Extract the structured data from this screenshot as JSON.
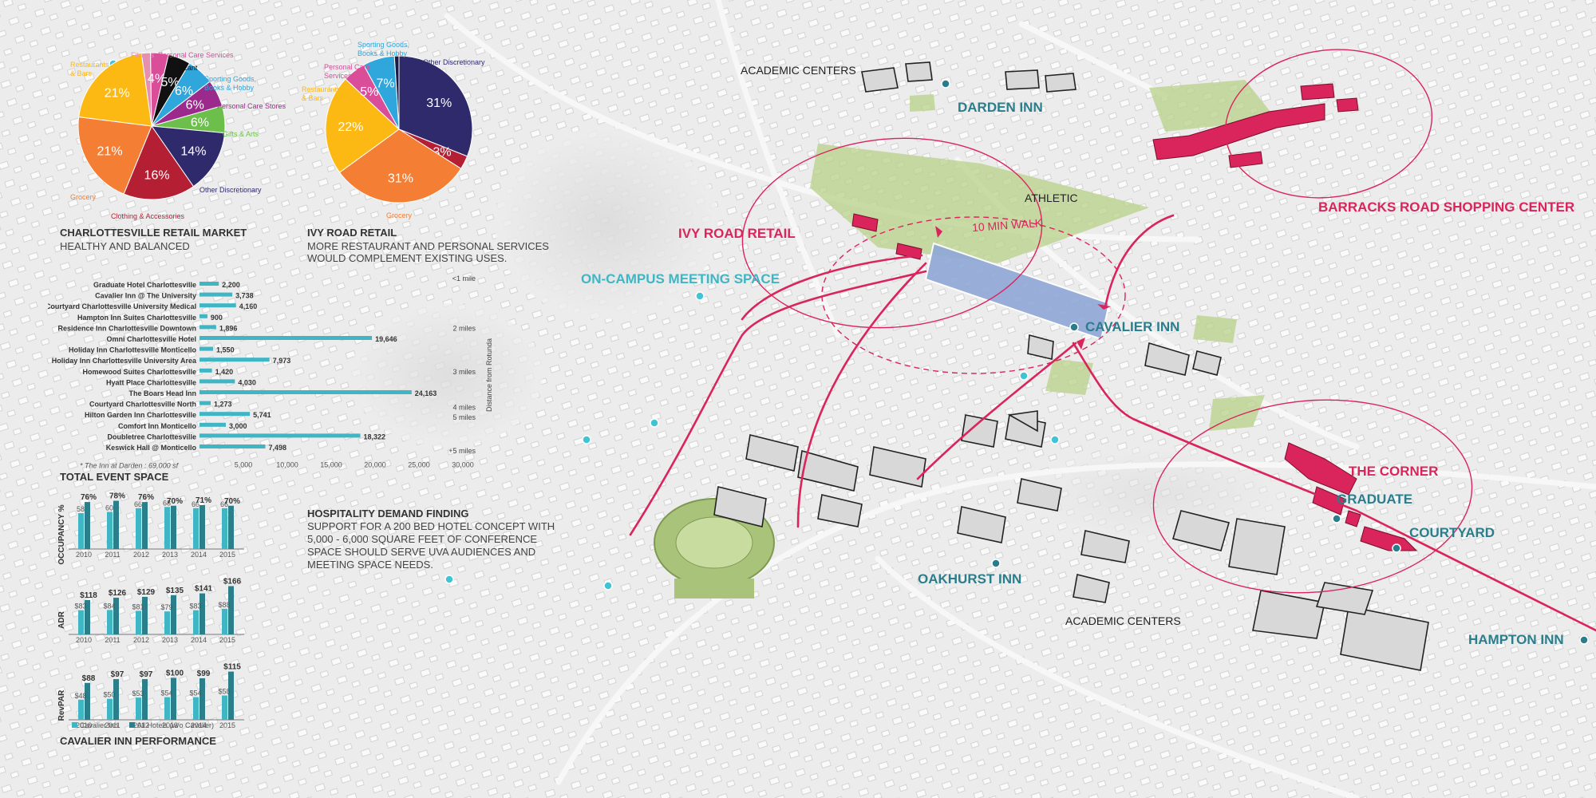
{
  "colors": {
    "accent_pink": "#d9245c",
    "teal": "#2a7e8c",
    "bar_teal": "#40b5c4",
    "bar_dark": "#2b7f8b",
    "site_blue": "#8fa8d8",
    "green": "#b9d28a"
  },
  "retail_market": {
    "title": "CHARLOTTESVILLE RETAIL MARKET",
    "subtitle": "HEALTHY AND BALANCED",
    "slices": [
      {
        "label": "Fitness",
        "pct": 2,
        "pct_label": "",
        "color": "#e78fb0"
      },
      {
        "label": "Personal Care Services",
        "pct": 4,
        "pct_label": "4%",
        "color": "#d94d99"
      },
      {
        "label": "Vacant",
        "pct": 5,
        "pct_label": "5%",
        "color": "#111111"
      },
      {
        "label": "Sporting Goods, Books & Hobby",
        "pct": 6,
        "pct_label": "6%",
        "color": "#2fa6dc"
      },
      {
        "label": "Personal Care Stores",
        "pct": 6,
        "pct_label": "6%",
        "color": "#9b2a8c"
      },
      {
        "label": "Gifts & Arts",
        "pct": 6,
        "pct_label": "6%",
        "color": "#6cbf4a"
      },
      {
        "label": "Other Discretionary",
        "pct": 14,
        "pct_label": "14%",
        "color": "#2e2a6b"
      },
      {
        "label": "Clothing & Accessories",
        "pct": 16,
        "pct_label": "16%",
        "color": "#b51f33"
      },
      {
        "label": "Grocery",
        "pct": 21,
        "pct_label": "21%",
        "color": "#f47e33"
      },
      {
        "label": "Restaurants & Bars",
        "pct": 21,
        "pct_label": "21%",
        "color": "#fdb913"
      }
    ]
  },
  "ivy_retail": {
    "title": "IVY ROAD RETAIL",
    "subtitle_1": "MORE RESTAURANT AND PERSONAL SERVICES",
    "subtitle_2": "WOULD COMPLEMENT EXISTING USES.",
    "slices": [
      {
        "label": "Other Discretionary",
        "pct": 31,
        "pct_label": "31%",
        "color": "#2e2a6b"
      },
      {
        "label": "",
        "pct": 3,
        "pct_label": "3%",
        "color": "#b51f33"
      },
      {
        "label": "Grocery",
        "pct": 31,
        "pct_label": "31%",
        "color": "#f47e33"
      },
      {
        "label": "Restaurants & Bars",
        "pct": 22,
        "pct_label": "22%",
        "color": "#fdb913"
      },
      {
        "label": "Personal Care Services",
        "pct": 5,
        "pct_label": "5%",
        "color": "#d94d99"
      },
      {
        "label": "Sporting Goods, Books & Hobby",
        "pct": 7,
        "pct_label": "7%",
        "color": "#2fa6dc"
      },
      {
        "label": "",
        "pct": 1,
        "pct_label": "",
        "color": "#1b1a45"
      }
    ]
  },
  "event_space": {
    "axis_title": "Distance from Rotunda",
    "footnote": "* The Inn at Darden : 69,000 sf",
    "x_ticks": [
      "5,000",
      "10,000",
      "15,000",
      "20,000",
      "25,000",
      "30,000"
    ],
    "hotels": [
      {
        "name": "Graduate Hotel Charlottesville",
        "value": 2200,
        "label": "2,200"
      },
      {
        "name": "Cavalier Inn @ The University",
        "value": 3738,
        "label": "3,738"
      },
      {
        "name": "Courtyard Charlottesville University Medical",
        "value": 4160,
        "label": "4,160"
      },
      {
        "name": "Hampton Inn Suites Charlottesville",
        "value": 900,
        "label": "900"
      },
      {
        "name": "Residence Inn Charlottesville Downtown",
        "value": 1896,
        "label": "1,896"
      },
      {
        "name": "Omni Charlottesville Hotel",
        "value": 19646,
        "label": "19,646"
      },
      {
        "name": "Holiday Inn Charlottesville Monticello",
        "value": 1550,
        "label": "1,550"
      },
      {
        "name": "Holiday Inn Charlottesville University Area",
        "value": 7973,
        "label": "7,973"
      },
      {
        "name": "Homewood Suites Charlottesville",
        "value": 1420,
        "label": "1,420"
      },
      {
        "name": "Hyatt Place Charlottesville",
        "value": 4030,
        "label": "4,030"
      },
      {
        "name": "The Boars Head Inn",
        "value": 24163,
        "label": "24,163"
      },
      {
        "name": "Courtyard Charlottesville North",
        "value": 1273,
        "label": "1,273"
      },
      {
        "name": "Hilton Garden Inn Charlottesville",
        "value": 5741,
        "label": "5,741"
      },
      {
        "name": "Comfort Inn Monticello",
        "value": 3000,
        "label": "3,000"
      },
      {
        "name": "Doubletree Charlottesville",
        "value": 18322,
        "label": "18,322"
      },
      {
        "name": "Keswick Hall @ Monticello",
        "value": 7498,
        "label": "7,498"
      }
    ],
    "distance_labels": [
      {
        "text": "<1 mile",
        "row": -0.6
      },
      {
        "text": "2 miles",
        "row": 4
      },
      {
        "text": "3 miles",
        "row": 8
      },
      {
        "text": "4 miles",
        "row": 11.3
      },
      {
        "text": "5 miles",
        "row": 12.2
      },
      {
        "text": "+5 miles",
        "row": 15.3
      }
    ]
  },
  "total_event_space": {
    "title": "TOTAL EVENT SPACE"
  },
  "performance": {
    "title": "CAVALIER INN PERFORMANCE",
    "legend": [
      "Cavalier Inn",
      "All Hotels (w/o Cavalier)"
    ],
    "years": [
      "2010",
      "2011",
      "2012",
      "2013",
      "2014",
      "2015"
    ],
    "charts": [
      {
        "label": "OCCUPANCY %",
        "max": 80,
        "cavalier": [
          58,
          60,
          66,
          68,
          66,
          66
        ],
        "cavalier_labels": [
          "58",
          "60",
          "66",
          "68",
          "66",
          "66"
        ],
        "all": [
          76,
          78,
          76,
          70,
          71,
          70
        ],
        "all_labels": [
          "76%",
          "78%",
          "76%",
          "70%",
          "71%",
          "70%"
        ]
      },
      {
        "label": "ADR",
        "max": 170,
        "cavalier": [
          83,
          84,
          81,
          79,
          83,
          88
        ],
        "cavalier_labels": [
          "$83",
          "$84",
          "$81",
          "$79",
          "$83",
          "$88"
        ],
        "all": [
          118,
          126,
          129,
          135,
          141,
          166
        ],
        "all_labels": [
          "$118",
          "$126",
          "$129",
          "$135",
          "$141",
          "$166"
        ]
      },
      {
        "label": "RevPAR",
        "max": 118,
        "cavalier": [
          48,
          50,
          53,
          54,
          54,
          58
        ],
        "cavalier_labels": [
          "$48",
          "$50",
          "$53",
          "$54",
          "$54",
          "$58"
        ],
        "all": [
          88,
          97,
          97,
          100,
          99,
          115
        ],
        "all_labels": [
          "$88",
          "$97",
          "$97",
          "$100",
          "$99",
          "$115"
        ]
      }
    ]
  },
  "hospitality": {
    "title": "HOSPITALITY DEMAND FINDING",
    "line_1": "SUPPORT FOR A 200 BED HOTEL CONCEPT WITH",
    "line_2": "5,000 - 6,000 SQUARE FEET OF CONFERENCE",
    "line_3": "SPACE SHOULD SERVE UVA AUDIENCES AND",
    "line_4": "MEETING SPACE NEEDS."
  },
  "map_labels": {
    "academic_centers_top": "ACADEMIC CENTERS",
    "darden_inn": "DARDEN INN",
    "athletic": "ATHLETIC",
    "walk": "10 MIN WALK",
    "ivy_road_retail": "IVY ROAD RETAIL",
    "barracks_road": "BARRACKS ROAD SHOPPING CENTER",
    "on_campus": "ON-CAMPUS MEETING SPACE",
    "cavalier_inn": "CAVALIER INN",
    "the_corner": "THE CORNER",
    "graduate": "GRADUATE",
    "courtyard": "COURTYARD",
    "oakhurst_inn": "OAKHURST INN",
    "academic_centers_bottom": "ACADEMIC CENTERS",
    "hampton_inn": "HAMPTON INN"
  }
}
